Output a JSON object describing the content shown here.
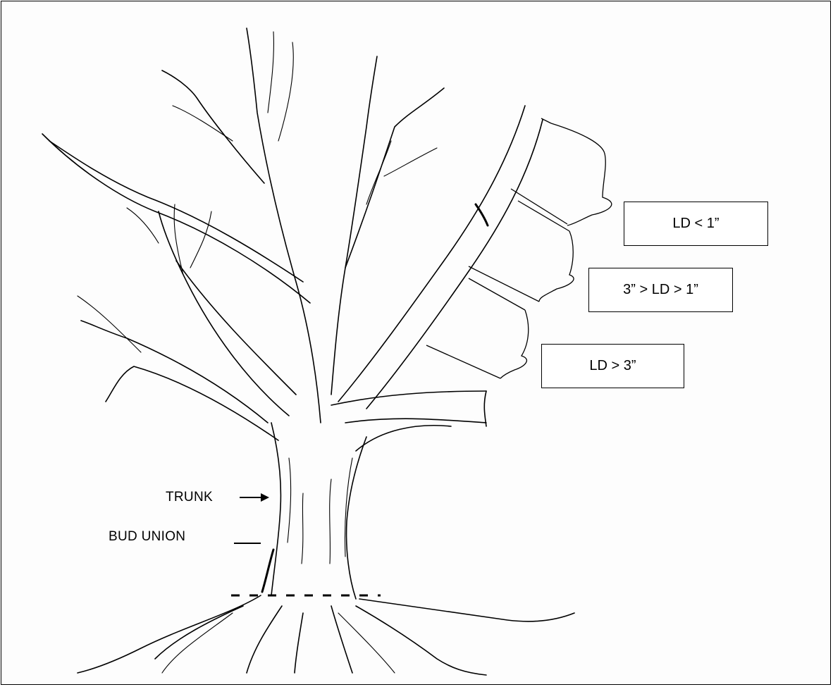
{
  "labels": {
    "trunk": "TRUNK",
    "bud_union": "BUD UNION"
  },
  "limb_diameter_boxes": [
    {
      "text": "LD < 1”"
    },
    {
      "text": "3” > LD > 1”"
    },
    {
      "text": "LD > 3”"
    }
  ]
}
